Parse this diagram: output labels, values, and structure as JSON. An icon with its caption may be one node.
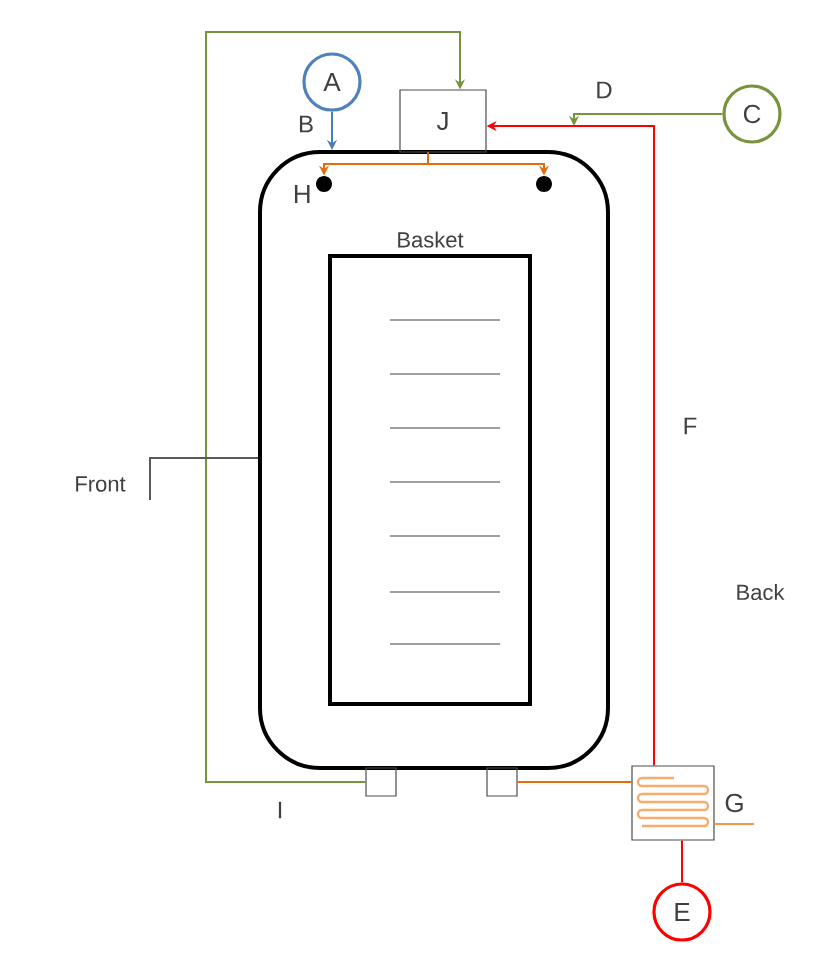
{
  "diagram": {
    "nodes": [
      {
        "text": [],
        "shape": "box"
      },
      {
        "text": [
          "Basket"
        ],
        "in": 0
      },
      {
        "text": [
          "J"
        ]
      },
      {
        "text": [
          "A"
        ]
      },
      {
        "text": [
          "C"
        ]
      },
      {
        "text": [
          "E"
        ]
      },
      {
        "text": [],
        "shape": "box",
        "beside": [
          "G"
        ]
      },
      {
        "text": [],
        "shape": "box"
      },
      {
        "text": [],
        "shape": "box"
      },
      {
        "text": [],
        "shape": "circle",
        "beside": [
          "H"
        ],
        "in": 0
      },
      {
        "text": [],
        "shape": "circle",
        "in": 0
      },
      {
        "text": [
          "Front"
        ]
      }
    ],
    "edges": [
      {
        "from": 3,
        "to": 0,
        "arrow": "to",
        "label": "B",
        "color": "#4a7ebb"
      },
      {
        "from": 7,
        "to": 2,
        "arrow": "to",
        "label": "I",
        "color": "#77933c"
      },
      {
        "from": 4,
        "to": null,
        "arrow": "to",
        "label": "D",
        "color": "#77933c"
      },
      {
        "from": 5,
        "to": 6,
        "arrow": "none",
        "color": "#ff0000"
      },
      {
        "from": 6,
        "to": 2,
        "arrow": "to",
        "label": "F",
        "color": "#ff0000"
      },
      {
        "from": 8,
        "to": 6,
        "arrow": "none",
        "color": "#e46c0a"
      },
      {
        "from": 6,
        "to": null,
        "arrow": "none",
        "color": "#f79646"
      },
      {
        "from": 2,
        "to": 9,
        "arrow": "to",
        "color": "#e46c0a"
      },
      {
        "from": 2,
        "to": 10,
        "arrow": "to",
        "color": "#e46c0a"
      },
      {
        "from": 11,
        "to": 0,
        "arrow": "none",
        "color": "#595959"
      }
    ],
    "labels": [
      "Back"
    ]
  }
}
